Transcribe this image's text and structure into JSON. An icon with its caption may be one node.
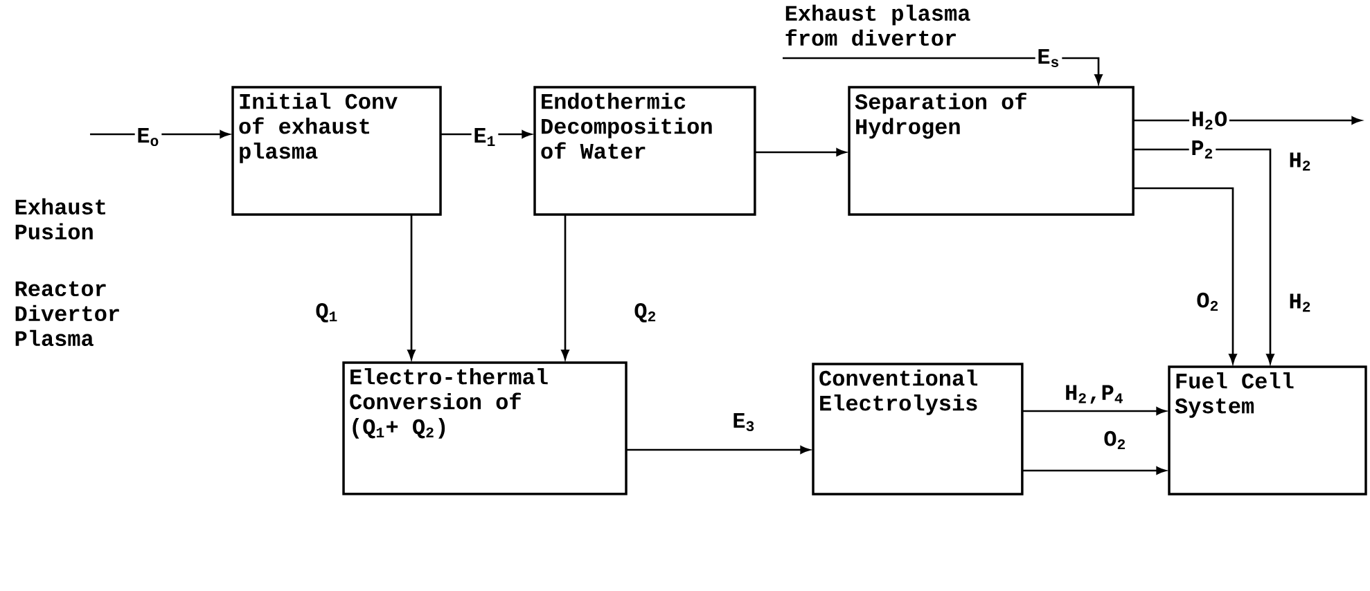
{
  "diagram": {
    "nodes": [
      {
        "text": [
          "Initial Conv of exhaust plasma"
        ]
      },
      {
        "text": [
          "Endothermic Decomposition of Water"
        ]
      },
      {
        "text": [
          "Separation of Hydrogen"
        ]
      },
      {
        "text": [
          "Electro-thermal Conversion of (Q$_{1}$+ Q$_{2}$)"
        ]
      },
      {
        "text": [
          "Conventional Electrolysis"
        ]
      },
      {
        "text": [
          "Fuel Cell System"
        ]
      },
      {
        "text": [
          "Exhaust plasma from divertor"
        ]
      }
    ],
    "edges": [
      {
        "from": null,
        "to": 0,
        "arrow": "to",
        "label": "E$_{o}$"
      },
      {
        "from": 0,
        "to": 1,
        "arrow": "to",
        "label": "E$_{1}$"
      },
      {
        "from": 1,
        "to": 2,
        "arrow": "to"
      },
      {
        "from": 6,
        "to": 2,
        "arrow": "to",
        "label": "E$_{s}$"
      },
      {
        "from": 2,
        "to": null,
        "arrow": "to",
        "label": "H$_{2}$O"
      },
      {
        "from": 2,
        "to": 5,
        "arrow": "to",
        "label": "P$_{2}$"
      },
      {
        "from": 2,
        "to": 5,
        "arrow": "to",
        "label": "O$_{2}$"
      },
      {
        "from": 0,
        "to": 3,
        "arrow": "to",
        "label": "Q$_{1}$"
      },
      {
        "from": 1,
        "to": 3,
        "arrow": "to",
        "label": "Q$_{2}$"
      },
      {
        "from": 3,
        "to": 4,
        "arrow": "to",
        "label": "E$_{3}$"
      },
      {
        "from": 4,
        "to": 5,
        "arrow": "to",
        "label": "H$_{2}$,P$_{4}$"
      },
      {
        "from": 4,
        "to": 5,
        "arrow": "to",
        "label": "O$_{2}$"
      }
    ],
    "labels": [
      "Exhaust Pusion",
      "Reactor Divertor Plasma",
      "H$_{2}$",
      "H$_{2}$"
    ]
  }
}
